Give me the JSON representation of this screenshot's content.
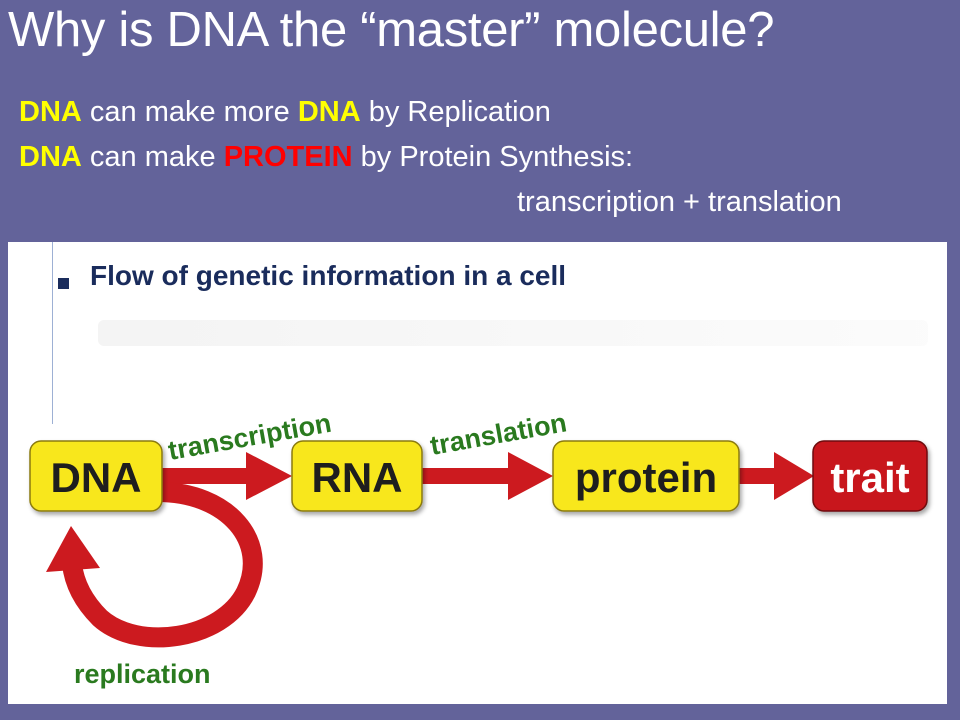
{
  "title": "Why is DNA the “master” molecule?",
  "bullets": {
    "line1": {
      "w1": "DNA",
      "t1": " can make more ",
      "w2": "DNA",
      "t2": " by Replication"
    },
    "line2": {
      "w1": "DNA",
      "t1": " can make ",
      "w2": "PROTEIN",
      "t2": " by Protein Synthesis:"
    },
    "line3": "transcription + translation"
  },
  "panel": {
    "heading": "Flow of genetic information in a cell",
    "nodes": {
      "dna": "DNA",
      "rna": "RNA",
      "protein": "protein",
      "trait": "trait"
    },
    "flows": {
      "transcription": "transcription",
      "translation": "translation",
      "replication": "replication"
    }
  },
  "colors": {
    "node_fill": "#f8e71c",
    "trait_fill": "#c8141c",
    "arrow": "#cc1a1f",
    "flow_text": "#2a7a1f"
  }
}
